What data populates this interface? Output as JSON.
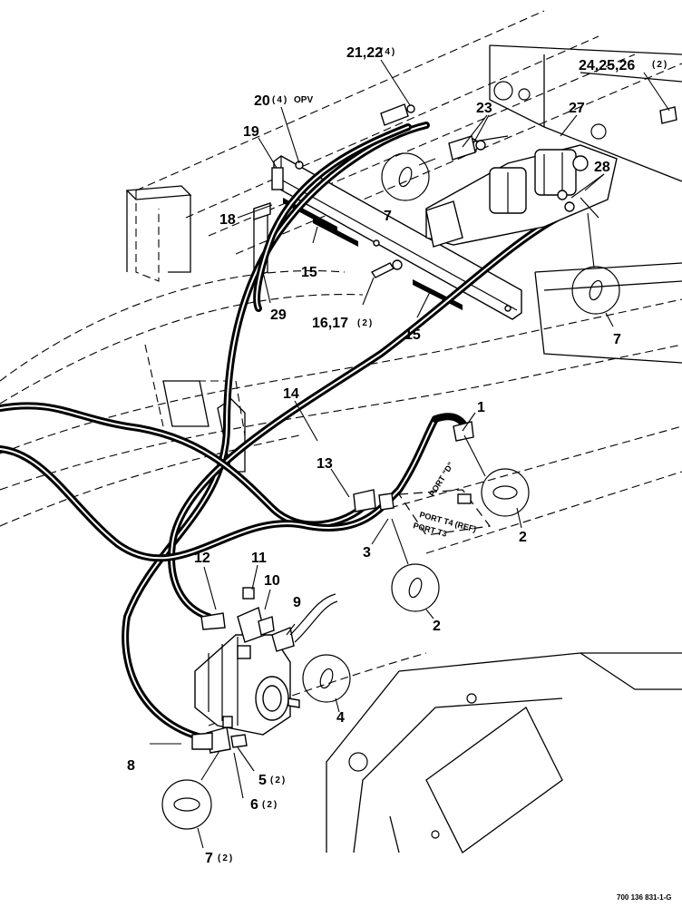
{
  "labels": {
    "c1": "1",
    "c2a": "2",
    "c2b": "2",
    "c3": "3",
    "c4": "4",
    "c5": "5",
    "c5q": "(2)",
    "c6": "6",
    "c6q": "(2)",
    "c7a": "7",
    "c7b": "7",
    "c7c": "7",
    "c7q": "(2)",
    "c8": "8",
    "c9": "9",
    "c10": "10",
    "c11": "11",
    "c12": "12",
    "c13": "13",
    "c14": "14",
    "c15a": "15",
    "c15b": "15",
    "c16": "16,17",
    "c16q": "(2)",
    "c18": "18",
    "c19": "19",
    "c20": "20",
    "c20q": "(4)",
    "c20opv": "OPV",
    "c21": "21,22",
    "c21q": "(4)",
    "c23": "23",
    "c24": "24,25,26",
    "c24q": "(2)",
    "c27": "27",
    "c28": "28",
    "c29": "29"
  },
  "ports": {
    "port_d": "PORT \"D\"",
    "port_t4": "PORT T4 (REF)",
    "port_t3": "PORT T3"
  },
  "doc_id": "700 136 831-1-G"
}
